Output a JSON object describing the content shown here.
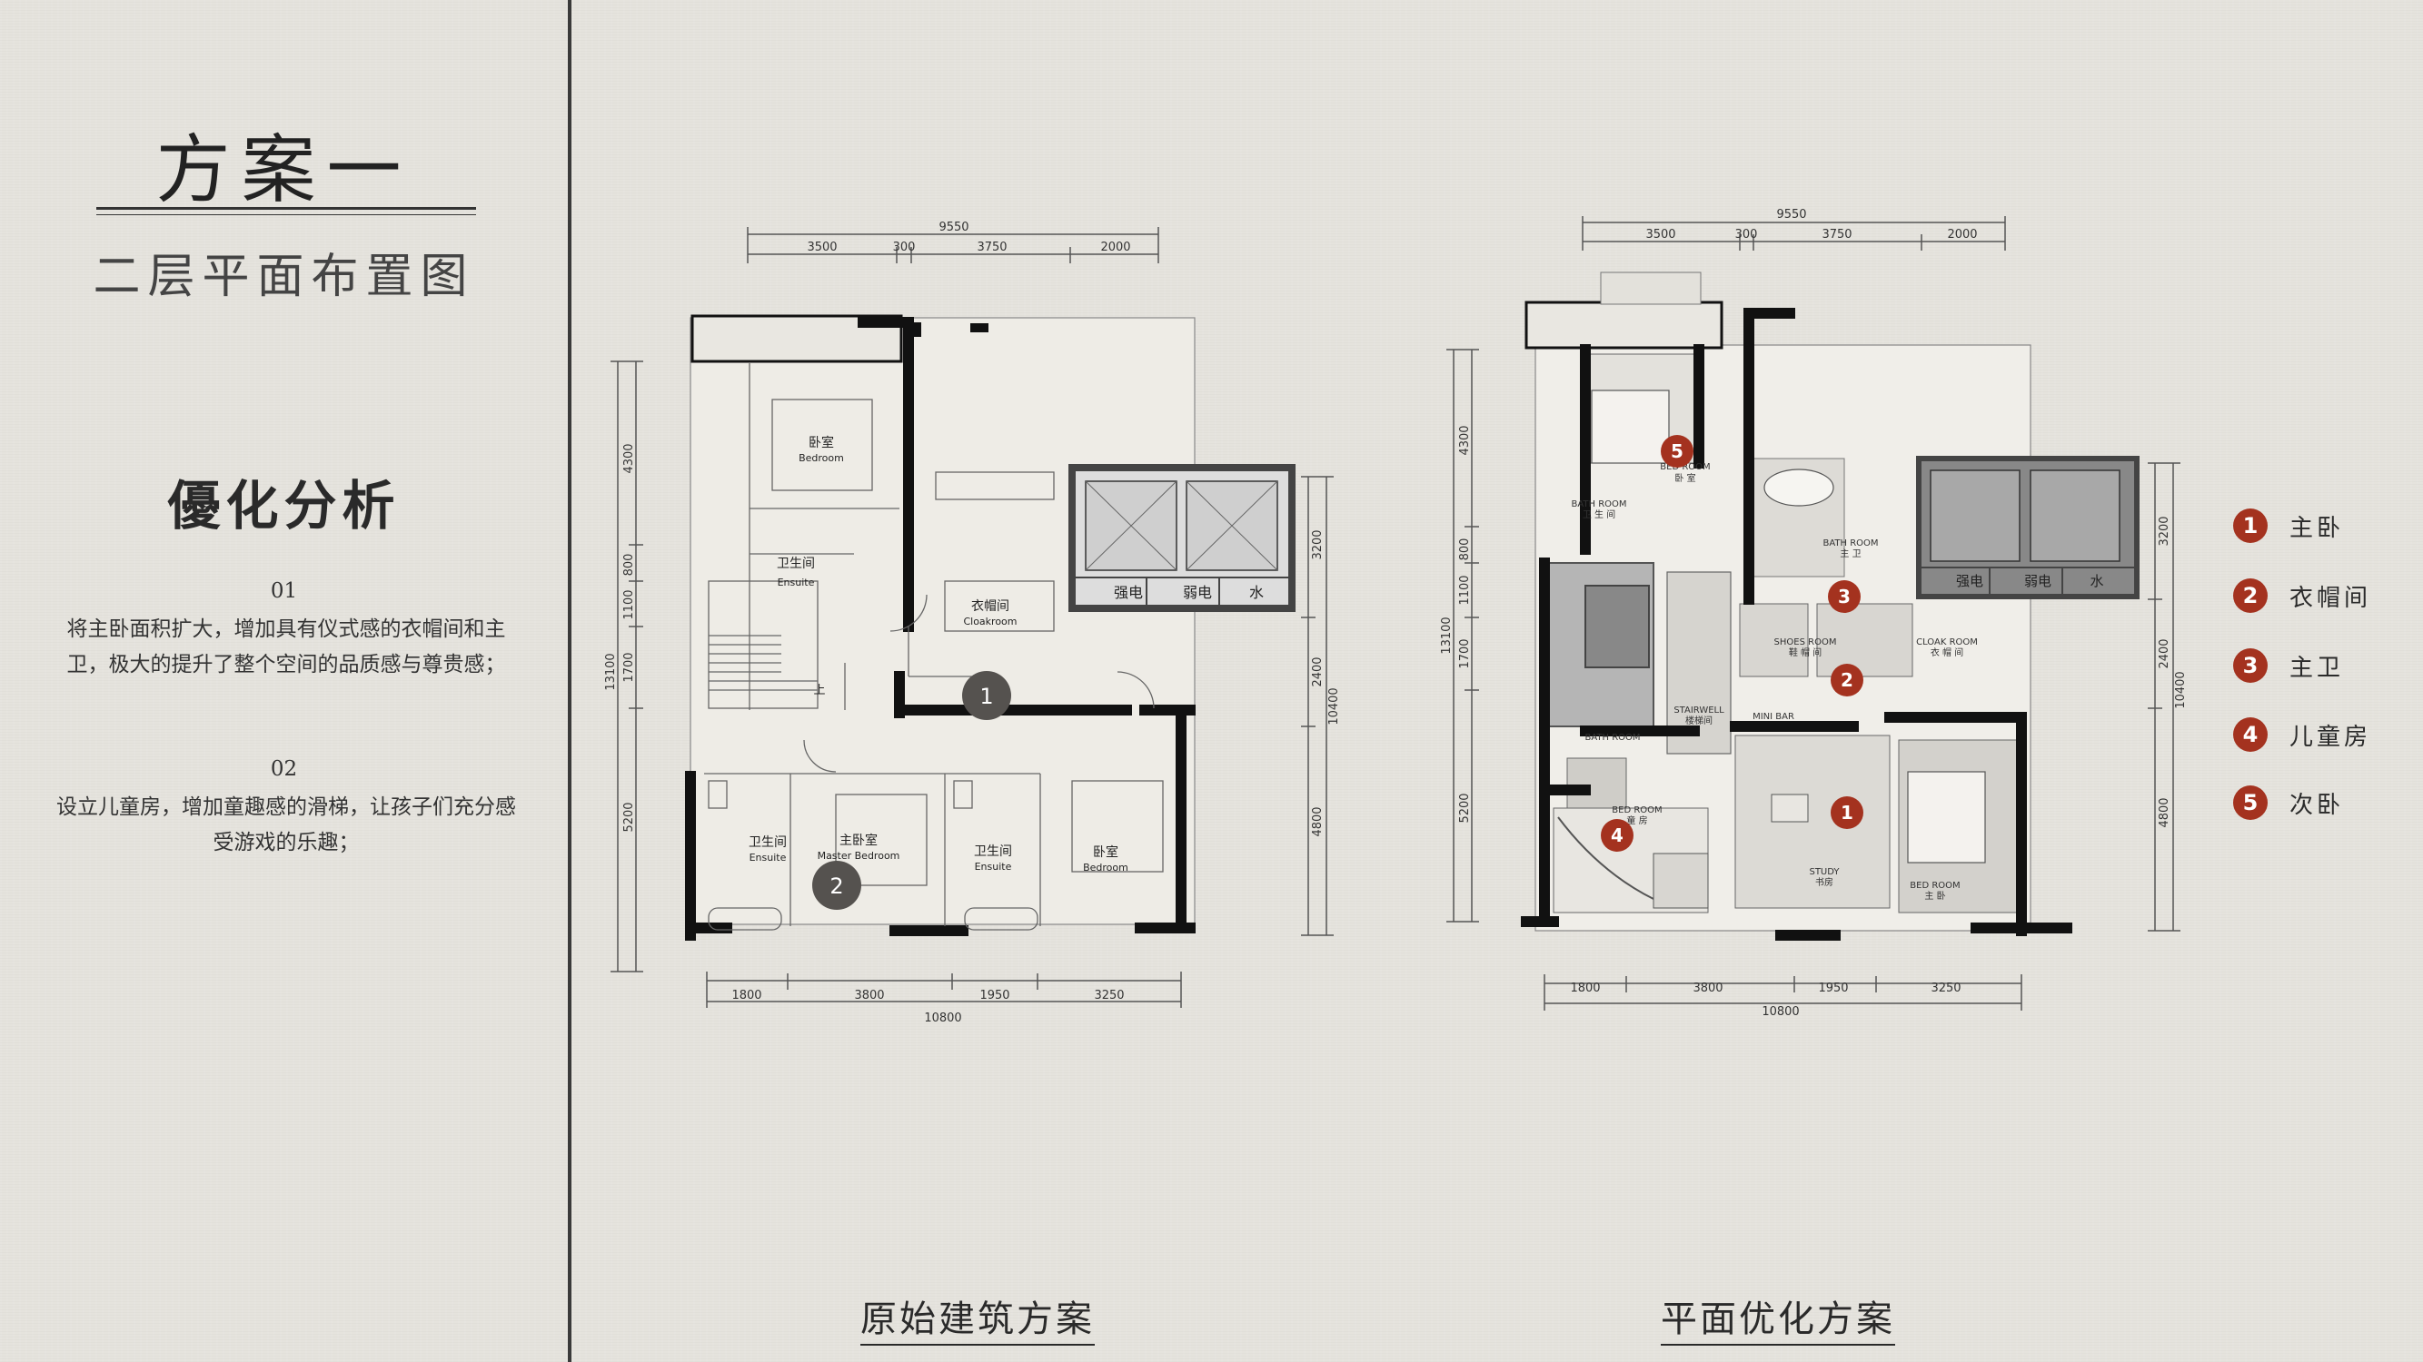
{
  "left_panel": {
    "title": "方案一",
    "subtitle": "二层平面布置图",
    "heading": "優化分析",
    "points": [
      {
        "num": "01",
        "text": "将主卧面积扩大，增加具有仪式感的衣帽间和主卫，极大的提升了整个空间的品质感与尊贵感；"
      },
      {
        "num": "02",
        "text": "设立儿童房，增加童趣感的滑梯，让孩子们充分感受游戏的乐趣；"
      }
    ]
  },
  "original_plan": {
    "caption": "原始建筑方案",
    "dims_top": {
      "total": "9550",
      "segments": [
        "3500",
        "300",
        "3750",
        "2000"
      ]
    },
    "dims_bottom": {
      "total": "10800",
      "segments": [
        "1800",
        "3800",
        "1950",
        "3250"
      ]
    },
    "dims_left": {
      "total": "13100",
      "segments": [
        "4300",
        "800",
        "1100",
        "1700",
        "5200"
      ]
    },
    "dims_right": {
      "total": "10400",
      "segments": [
        "3200",
        "2400",
        "4800"
      ]
    },
    "rooms": {
      "bedroom_a_cn": "卧室",
      "bedroom_a_en": "Bedroom",
      "ensuite_a_cn": "卫生间",
      "ensuite_a_en": "Ensuite",
      "cloakroom_cn": "衣帽间",
      "cloakroom_en": "Cloakroom",
      "master_cn": "主卧室",
      "master_en": "Master Bedroom",
      "ensuite_b_cn": "卫生间",
      "ensuite_b_en": "Ensuite",
      "ensuite_c_cn": "卫生间",
      "ensuite_c_en": "Ensuite",
      "bedroom_b_cn": "卧室",
      "bedroom_b_en": "Bedroom",
      "util_1": "强电",
      "util_2": "弱电",
      "util_3": "水",
      "stair_up": "上"
    },
    "markers": [
      "1",
      "2"
    ]
  },
  "optimized_plan": {
    "caption": "平面优化方案",
    "dims_top": {
      "total": "9550",
      "segments": [
        "3500",
        "300",
        "3750",
        "2000"
      ]
    },
    "dims_bottom": {
      "total": "10800",
      "segments": [
        "1800",
        "3800",
        "1950",
        "3250"
      ]
    },
    "dims_left": {
      "total": "13100",
      "segments": [
        "4300",
        "800",
        "1100",
        "1700",
        "5200"
      ]
    },
    "dims_right": {
      "total": "10400",
      "segments": [
        "3200",
        "2400",
        "4800"
      ]
    },
    "rooms": {
      "bed_top": "BED ROOM",
      "bed_top_cn": "卧 室",
      "bath_small": "BATH ROOM",
      "bath_small_cn": "卫 生 间",
      "bath_main": "BATH ROOM",
      "bath_main_cn": "主 卫",
      "shoes": "SHOES ROOM",
      "shoes_cn": "鞋 帽 间",
      "cloak": "CLOAK ROOM",
      "cloak_cn": "衣 帽 间",
      "stairwell": "STAIRWELL",
      "stairwell_cn": "楼梯间",
      "minibar": "MINI BAR",
      "bath_kid": "BATH ROOM",
      "kid": "BED ROOM",
      "kid_cn": "童 房",
      "study": "STUDY",
      "study_cn": "书房",
      "master": "BED ROOM",
      "master_cn": "主 卧",
      "util_1": "强电",
      "util_2": "弱电",
      "util_3": "水"
    },
    "markers": [
      "1",
      "2",
      "3",
      "4",
      "5"
    ]
  },
  "legend": [
    {
      "num": "1",
      "label": "主卧"
    },
    {
      "num": "2",
      "label": "衣帽间"
    },
    {
      "num": "3",
      "label": "主卫"
    },
    {
      "num": "4",
      "label": "儿童房"
    },
    {
      "num": "5",
      "label": "次卧"
    }
  ],
  "colors": {
    "accent_red": "#a4321f",
    "marker_gray": "#55524f",
    "wall": "#111111"
  }
}
